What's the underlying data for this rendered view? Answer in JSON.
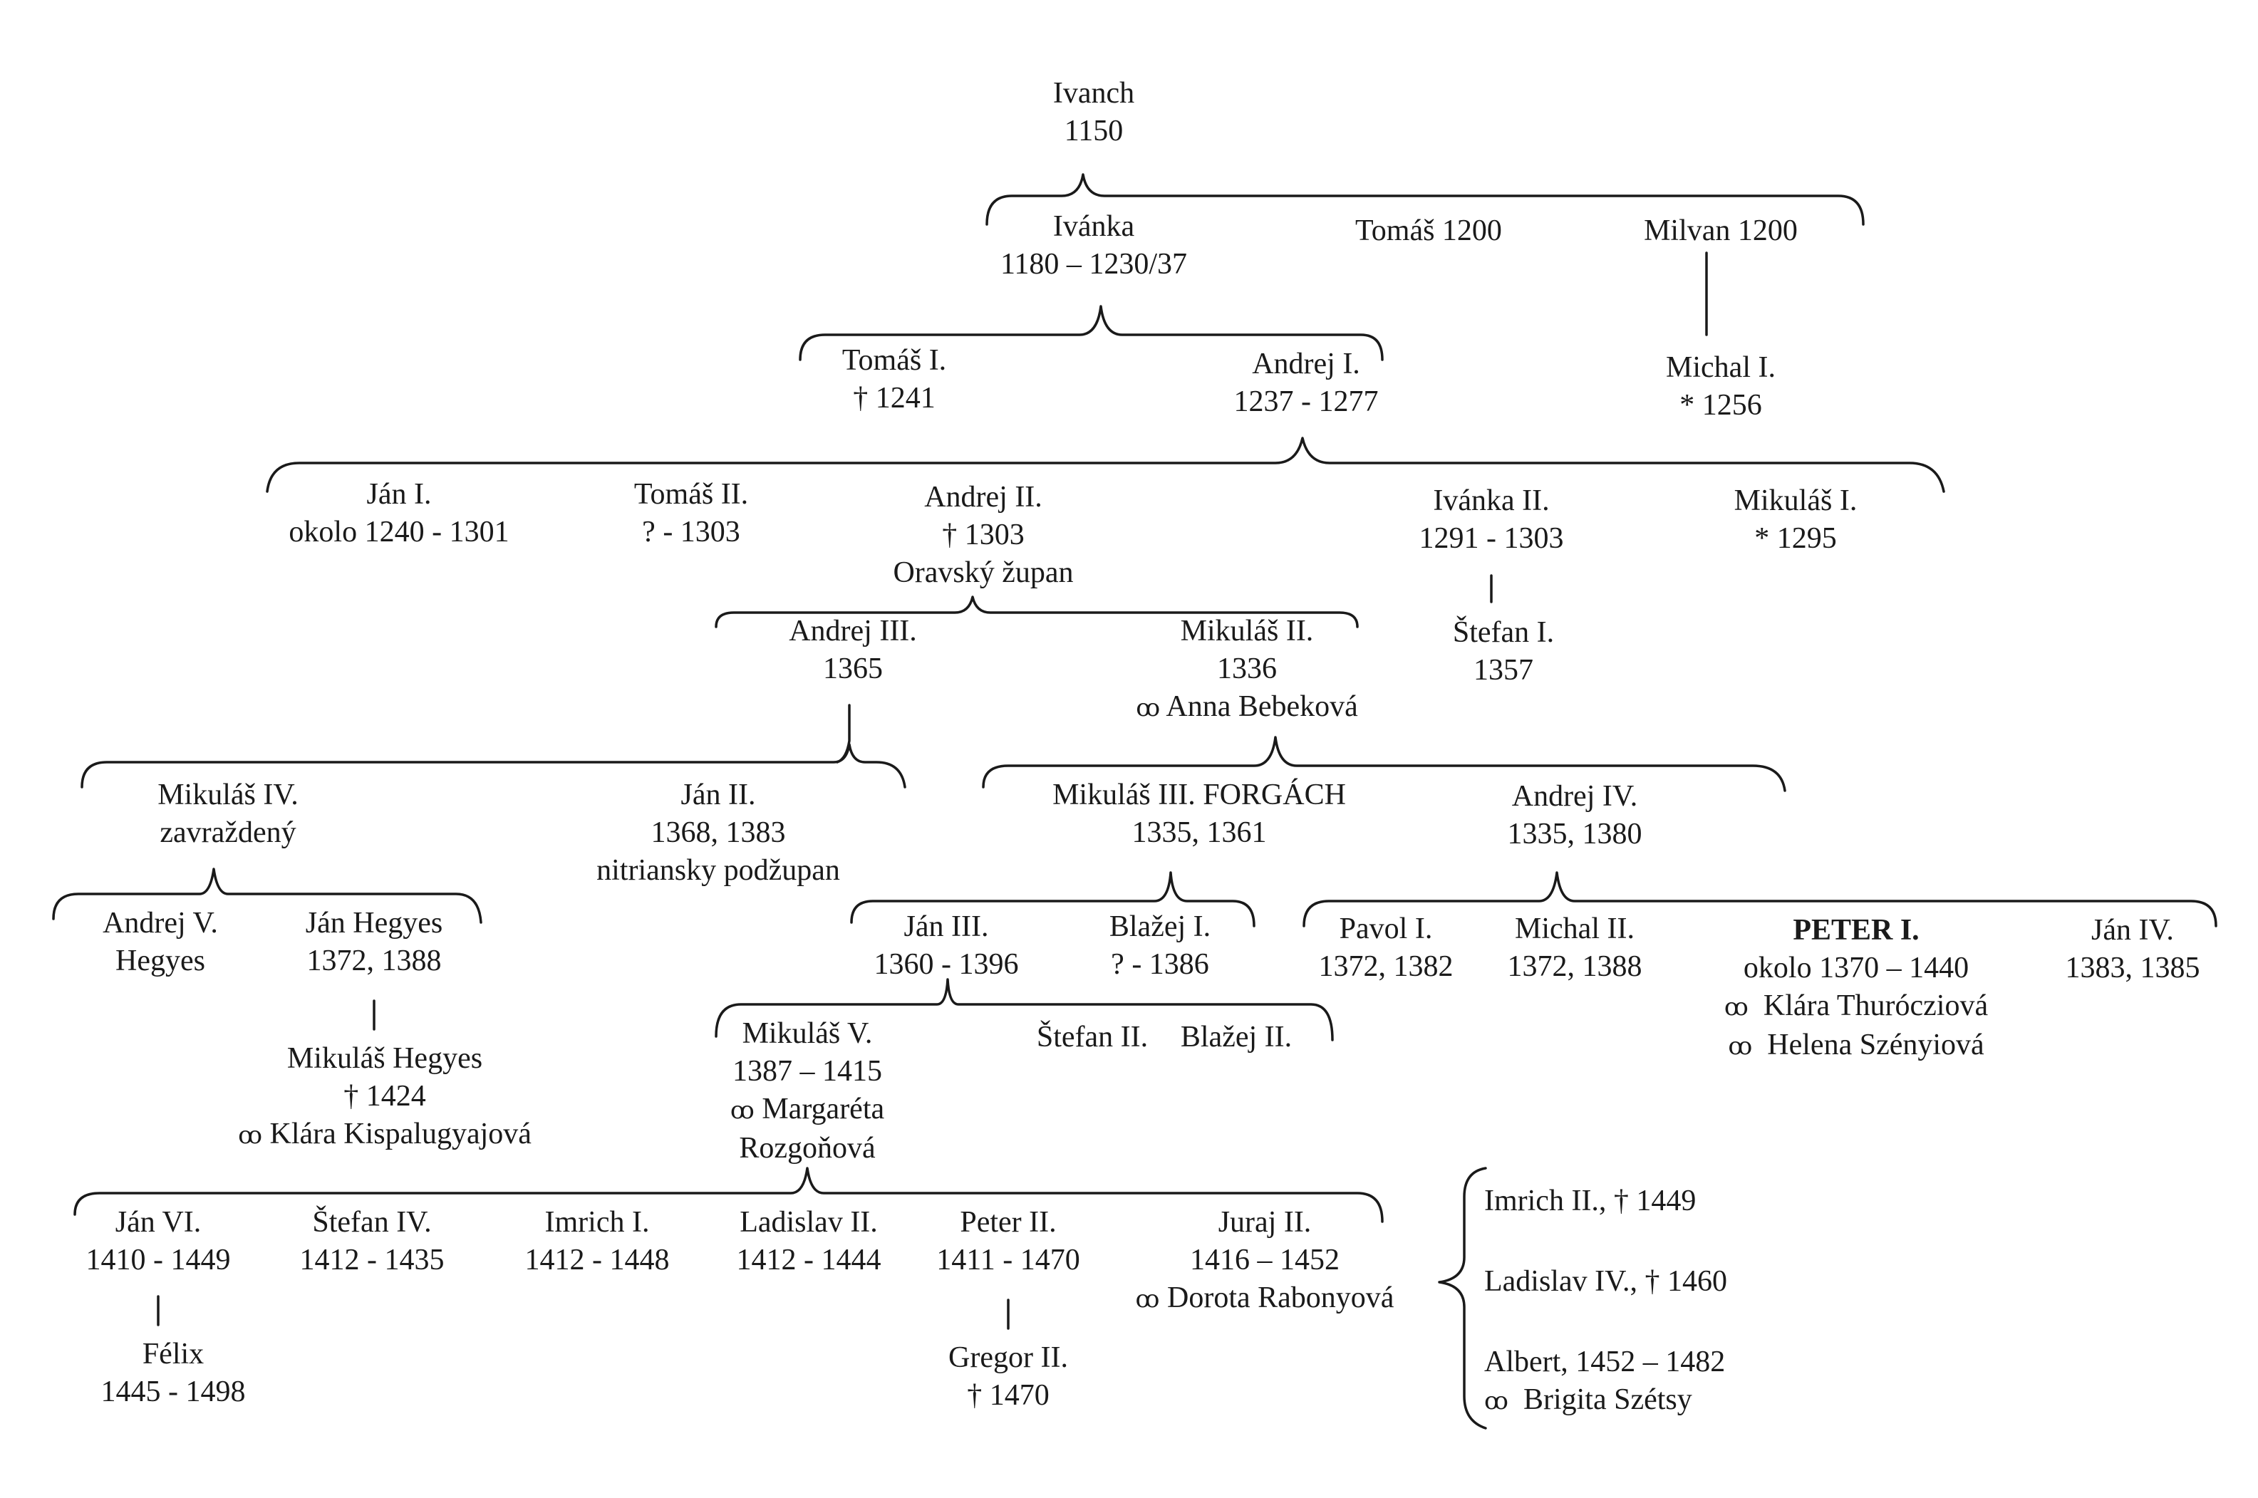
{
  "colors": {
    "ink": "#1a1a1a",
    "background": "#ffffff"
  },
  "marriage_symbol": "ꝏ",
  "persons": {
    "ivanch": {
      "name": "Ivanch",
      "dates": "1150"
    },
    "ivanka": {
      "name": "Ivánka",
      "dates": "1180 – 1230/37"
    },
    "tomas": {
      "name": "Tomáš  1200"
    },
    "milvan": {
      "name": "Milvan  1200"
    },
    "tomas1": {
      "name": "Tomáš I.",
      "dates": "† 1241"
    },
    "andrej1": {
      "name": "Andrej I.",
      "dates": "1237 - 1277"
    },
    "michal1": {
      "name": "Michal I.",
      "dates": "* 1256"
    },
    "jan1": {
      "name": "Ján I.",
      "dates": "okolo 1240 - 1301"
    },
    "tomas2": {
      "name": "Tomáš II.",
      "dates": "? - 1303"
    },
    "andrej2": {
      "name": "Andrej II.",
      "dates": "† 1303",
      "title": "Oravský župan"
    },
    "ivanka2": {
      "name": "Ivánka II.",
      "dates": "1291 - 1303"
    },
    "mikulas1": {
      "name": "Mikuláš I.",
      "dates": "* 1295"
    },
    "andrej3": {
      "name": "Andrej III.",
      "dates": "1365"
    },
    "mikulas2": {
      "name": "Mikuláš II.",
      "dates": "1336",
      "spouse": "Anna Bebeková"
    },
    "stefan1": {
      "name": "Štefan I.",
      "dates": "1357"
    },
    "mikulas4": {
      "name": "Mikuláš IV.",
      "note": "zavraždený"
    },
    "jan2": {
      "name": "Ján II.",
      "dates": "1368, 1383",
      "title": "nitriansky podžupan"
    },
    "mikulas3": {
      "name": "Mikuláš III. FORGÁCH",
      "dates": "1335, 1361"
    },
    "andrej4": {
      "name": "Andrej IV.",
      "dates": "1335, 1380"
    },
    "andrej5": {
      "name": "Andrej V.",
      "surname": "Hegyes"
    },
    "janhegyes": {
      "name": "Ján Hegyes",
      "dates": "1372, 1388"
    },
    "mikulashegyes": {
      "name": "Mikuláš  Hegyes",
      "dates": "†  1424",
      "spouse": "Klára Kispalugyajová"
    },
    "jan3": {
      "name": "Ján III.",
      "dates": "1360 - 1396"
    },
    "blazej1": {
      "name": "Blažej I.",
      "dates": "? - 1386"
    },
    "pavol1": {
      "name": "Pavol I.",
      "dates": "1372, 1382"
    },
    "michal2": {
      "name": "Michal II.",
      "dates": "1372, 1388"
    },
    "peter1": {
      "name": "PETER I.",
      "dates": "okolo 1370 – 1440",
      "spouse1": "Klára Thurócziová",
      "spouse2": "Helena Szényiová"
    },
    "jan4": {
      "name": "Ján IV.",
      "dates": "1383, 1385"
    },
    "mikulas5": {
      "name": "Mikuláš V.",
      "dates": "1387 – 1415",
      "spouse": "Margaréta",
      "spouse_cont": "Rozgoňová"
    },
    "stefan2": {
      "name": "Štefan II."
    },
    "blazej2": {
      "name": "Blažej II."
    },
    "jan6": {
      "name": "Ján VI.",
      "dates": "1410 - 1449"
    },
    "stefan4": {
      "name": "Štefan IV.",
      "dates": "1412 - 1435"
    },
    "imrich1": {
      "name": "Imrich I.",
      "dates": "1412 - 1448"
    },
    "ladislav2": {
      "name": "Ladislav II.",
      "dates": "1412 - 1444"
    },
    "peter2": {
      "name": "Peter II.",
      "dates": "1411 - 1470"
    },
    "juraj2": {
      "name": "Juraj II.",
      "dates": "1416 – 1452",
      "spouse": "Dorota Rabonyová"
    },
    "felix": {
      "name": "Félix",
      "dates": "1445 - 1498"
    },
    "gregor2": {
      "name": "Gregor II.",
      "dates": "† 1470"
    },
    "imrich2": {
      "name": "Imrich II., †  1449"
    },
    "ladislav4": {
      "name": "Ladislav IV.,  † 1460"
    },
    "albert": {
      "name": "Albert, 1452 – 1482",
      "spouse": "Brigita Szétsy"
    }
  }
}
